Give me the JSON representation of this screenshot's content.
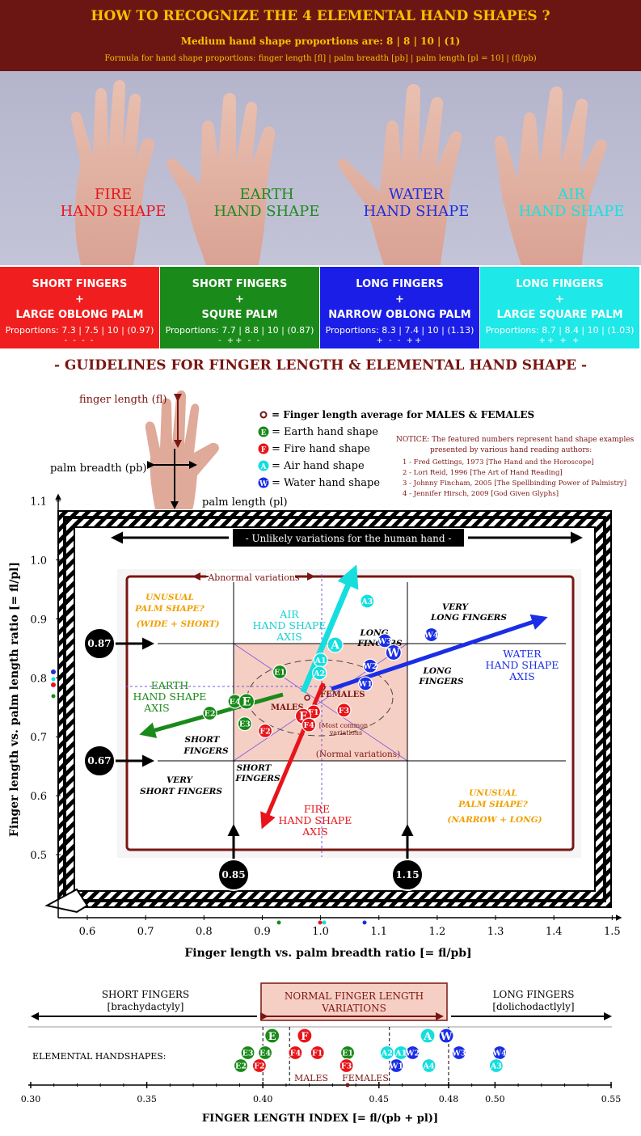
{
  "header": {
    "title": "HOW TO RECOGNIZE THE 4 ELEMENTAL HAND SHAPES ?",
    "medium": "Medium hand shape proportions are: 8 | 8 | 10 | (1)",
    "formula": "Formula for hand shape proportions: finger length [fl] | palm breadth [pb] | palm length [pl = 10] | (fl/pb)"
  },
  "hands": [
    {
      "l1": "FIRE",
      "l2": "HAND SHAPE",
      "color": "#e8141a"
    },
    {
      "l1": "EARTH",
      "l2": "HAND SHAPE",
      "color": "#1e8a1e"
    },
    {
      "l1": "WATER",
      "l2": "HAND SHAPE",
      "color": "#1b2ee0"
    },
    {
      "l1": "AIR",
      "l2": "HAND SHAPE",
      "color": "#16e2e2"
    }
  ],
  "cells": [
    {
      "h1": "SHORT FINGERS",
      "plus": "+",
      "h2": "LARGE OBLONG PALM",
      "prop": "Proportions: 7.3 | 7.5 | 10 | (0.97)",
      "marks": "- -   -        -",
      "bg": "#f01e1e"
    },
    {
      "h1": "SHORT FINGERS",
      "plus": "+",
      "h2": "SQURE PALM",
      "prop": "Proportions: 7.7 | 8.8 | 10 | (0.87)",
      "marks": "-    ++        - -",
      "bg": "#1a8a1a"
    },
    {
      "h1": "LONG FINGERS",
      "plus": "+",
      "h2": "NARROW OBLONG PALM",
      "prop": "Proportions: 8.3 | 7.4 | 10 | (1.13)",
      "marks": "+    - -       ++",
      "bg": "#1a1ee6"
    },
    {
      "h1": "LONG FINGERS",
      "plus": "+",
      "h2": "LARGE SQUARE PALM",
      "prop": "Proportions: 8.7 | 8.4 | 10 | (1.03)",
      "marks": "++   +         +",
      "bg": "#1ee8e8"
    }
  ],
  "guidelines_title": "- GUIDELINES FOR FINGER LENGTH & ELEMENTAL HAND SHAPE -",
  "measure": {
    "fl": "finger length (fl)",
    "pb": "palm breadth (pb)",
    "pl": "palm length (pl)"
  },
  "legend": [
    {
      "text": "= Finger length average for MALES & FEMALES",
      "letter": "",
      "color": "#6b1612"
    },
    {
      "text": "= Earth hand shape",
      "letter": "E",
      "color": "#1a8a1a"
    },
    {
      "text": "= Fire hand shape",
      "letter": "F",
      "color": "#e8141a"
    },
    {
      "text": "= Air hand shape",
      "letter": "A",
      "color": "#16dede"
    },
    {
      "text": "= Water hand shape",
      "letter": "W",
      "color": "#1a2ee6"
    }
  ],
  "notice": {
    "l1": "NOTICE: The featured numbers represent hand shape examples",
    "l2": "presented by various hand reading authors:",
    "refs": [
      "1 - Fred Gettings, 1973 [The Hand and the Horoscope]",
      "2 - Lori Reid, 1996 [The Art of Hand Reading]",
      "3 - Johnny Fincham, 2005 [The Spellbinding Power of Palmistry]",
      "4 - Jennifer Hirsch, 2009 [God Given Glyphs]"
    ]
  },
  "plot": {
    "ylabel": "Finger length vs. palm length ratio [= fl/pl]",
    "xlabel": "Finger length vs. palm breadth ratio [= fl/pb]",
    "xticks": [
      "0.6",
      "0.7",
      "0.8",
      "0.9",
      "1.0",
      "1.1",
      "1.2",
      "1.3",
      "1.4",
      "1.5"
    ],
    "yticks": [
      "1.1",
      "1.0",
      "0.9",
      "0.8",
      "0.7",
      "0.6",
      "0.5"
    ],
    "unlikely": "-  Unlikely variations for the human hand  -",
    "abnormal": "Abnormal variations",
    "normal": "(Normal variations)",
    "most_common_1": "[Most common",
    "most_common_2": "variations",
    "males": "MALES",
    "females": "FEMALES",
    "unusual_tl_1": "UNUSUAL",
    "unusual_tl_2": "PALM SHAPE?",
    "unusual_tl_3": "(WIDE + SHORT)",
    "unusual_br_1": "UNUSUAL",
    "unusual_br_2": "PALM SHAPE?",
    "unusual_br_3": "(NARROW + LONG)",
    "very_long_1": "VERY",
    "very_long_2": "LONG FINGERS",
    "long_fingers": "LONG",
    "long_fingers_2": "FINGERS",
    "long_fingers_r": "LONG",
    "long_fingers_r2": "FINGERS",
    "short_fingers": "SHORT",
    "short_fingers_2": "FINGERS",
    "short_fingers_b": "SHORT",
    "short_fingers_b2": "FINGERS",
    "very_short_1": "VERY",
    "very_short_2": "SHORT FINGERS",
    "air_axis_1": "AIR",
    "air_axis_2": "HAND SHAPE",
    "air_axis_3": "AXIS",
    "water_axis_1": "WATER",
    "water_axis_2": "HAND SHAPE",
    "water_axis_3": "AXIS",
    "earth_axis_1": "EARTH",
    "earth_axis_2": "HAND SHAPE",
    "earth_axis_3": "AXIS",
    "fire_axis_1": "FIRE",
    "fire_axis_2": "HAND SHAPE",
    "fire_axis_3": "AXIS",
    "badges": [
      "0.87",
      "0.67",
      "0.85",
      "1.15"
    ],
    "points": [
      {
        "label": "A3",
        "x": 1.08,
        "y": 0.93,
        "c": "#16dede"
      },
      {
        "label": "A",
        "x": 1.025,
        "y": 0.856,
        "c": "#16dede"
      },
      {
        "label": "A1",
        "x": 1.0,
        "y": 0.83,
        "c": "#16dede"
      },
      {
        "label": "A2",
        "x": 0.998,
        "y": 0.808,
        "c": "#16dede"
      },
      {
        "label": "W4",
        "x": 1.19,
        "y": 0.873,
        "c": "#1a2ee6"
      },
      {
        "label": "W3",
        "x": 1.11,
        "y": 0.863,
        "c": "#1a2ee6"
      },
      {
        "label": "W",
        "x": 1.125,
        "y": 0.843,
        "c": "#1a2ee6"
      },
      {
        "label": "W2",
        "x": 1.085,
        "y": 0.82,
        "c": "#1a2ee6"
      },
      {
        "label": "W1",
        "x": 1.077,
        "y": 0.79,
        "c": "#1a2ee6"
      },
      {
        "label": "E1",
        "x": 0.93,
        "y": 0.81,
        "c": "#1a8a1a"
      },
      {
        "label": "E4",
        "x": 0.853,
        "y": 0.76,
        "c": "#1a8a1a"
      },
      {
        "label": "E",
        "x": 0.873,
        "y": 0.76,
        "c": "#1a8a1a"
      },
      {
        "label": "E2",
        "x": 0.81,
        "y": 0.74,
        "c": "#1a8a1a"
      },
      {
        "label": "E3",
        "x": 0.87,
        "y": 0.722,
        "c": "#1a8a1a"
      },
      {
        "label": "F3",
        "x": 1.04,
        "y": 0.745,
        "c": "#e8141a"
      },
      {
        "label": "F1",
        "x": 0.988,
        "y": 0.742,
        "c": "#e8141a"
      },
      {
        "label": "F",
        "x": 0.97,
        "y": 0.735,
        "c": "#e8141a"
      },
      {
        "label": "F4",
        "x": 0.98,
        "y": 0.72,
        "c": "#e8141a"
      },
      {
        "label": "F2",
        "x": 0.905,
        "y": 0.71,
        "c": "#e8141a"
      }
    ]
  },
  "strip": {
    "short_1": "SHORT FINGERS",
    "short_2": "[brachydactyly]",
    "normal_1": "NORMAL FINGER LENGTH",
    "normal_2": "VARIATIONS",
    "long_1": "LONG FINGERS",
    "long_2": "[dolichodactlyly]",
    "row_label": "ELEMENTAL HANDSHAPES:",
    "males": "MALES",
    "females": "FEMALES",
    "xlabel": "FINGER LENGTH INDEX [= fl/(pb + pl)]",
    "ticks": [
      "0.30",
      "0.35",
      "0.40",
      "0.45",
      "0.48",
      "0.50",
      "0.55"
    ],
    "tickvals": [
      0.3,
      0.35,
      0.4,
      0.45,
      0.48,
      0.5,
      0.55
    ],
    "points": [
      {
        "label": "E",
        "x": 0.404,
        "row": 0,
        "c": "#1a8a1a"
      },
      {
        "label": "F",
        "x": 0.418,
        "row": 0,
        "c": "#e8141a"
      },
      {
        "label": "A",
        "x": 0.471,
        "row": 0,
        "c": "#16dede"
      },
      {
        "label": "W",
        "x": 0.479,
        "row": 0,
        "c": "#1a2ee6"
      },
      {
        "label": "E3",
        "x": 0.3935,
        "row": 1,
        "c": "#1a8a1a"
      },
      {
        "label": "E4",
        "x": 0.401,
        "row": 1,
        "c": "#1a8a1a"
      },
      {
        "label": "F4",
        "x": 0.414,
        "row": 1,
        "c": "#e8141a"
      },
      {
        "label": "F1",
        "x": 0.4235,
        "row": 1,
        "c": "#e8141a"
      },
      {
        "label": "E1",
        "x": 0.4365,
        "row": 1,
        "c": "#1a8a1a"
      },
      {
        "label": "A2",
        "x": 0.4535,
        "row": 1,
        "c": "#16dede"
      },
      {
        "label": "A1",
        "x": 0.4595,
        "row": 1,
        "c": "#16dede"
      },
      {
        "label": "W2",
        "x": 0.4645,
        "row": 1,
        "c": "#1a2ee6"
      },
      {
        "label": "W3",
        "x": 0.4845,
        "row": 1,
        "c": "#1a2ee6"
      },
      {
        "label": "W4",
        "x": 0.502,
        "row": 1,
        "c": "#1a2ee6"
      },
      {
        "label": "E2",
        "x": 0.3905,
        "row": 2,
        "c": "#1a8a1a"
      },
      {
        "label": "F2",
        "x": 0.3985,
        "row": 2,
        "c": "#e8141a"
      },
      {
        "label": "F3",
        "x": 0.436,
        "row": 2,
        "c": "#e8141a"
      },
      {
        "label": "W1",
        "x": 0.4575,
        "row": 2,
        "c": "#1a2ee6"
      },
      {
        "label": "A4",
        "x": 0.4715,
        "row": 2,
        "c": "#16dede"
      },
      {
        "label": "A3",
        "x": 0.5005,
        "row": 2,
        "c": "#16dede"
      }
    ]
  }
}
